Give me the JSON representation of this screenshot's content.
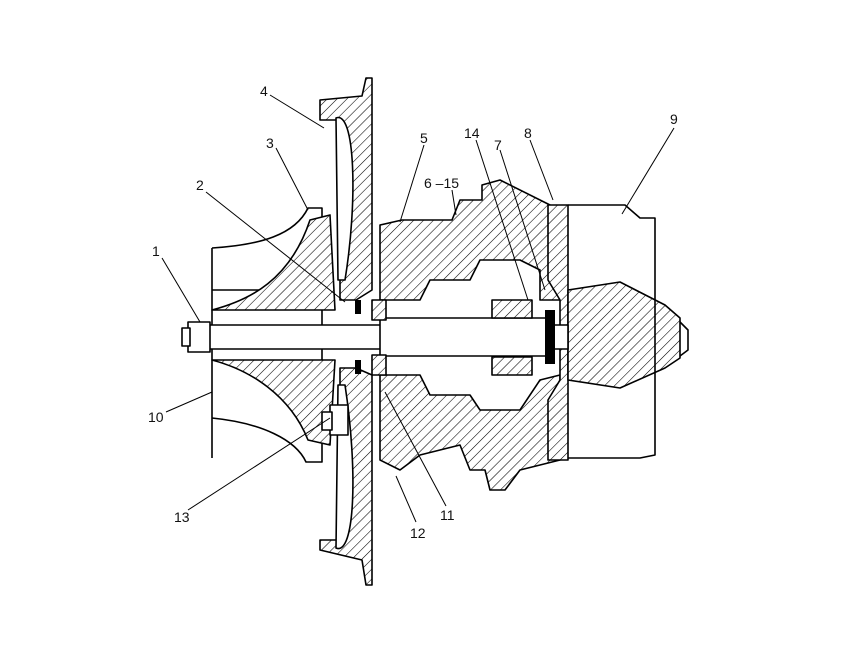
{
  "labels": {
    "l1": "1",
    "l2": "2",
    "l3": "3",
    "l4": "4",
    "l5": "5",
    "l6_15": "6 –15",
    "l7": "7",
    "l8": "8",
    "l9": "9",
    "l10": "10",
    "l11": "11",
    "l12": "12",
    "l13": "13",
    "l14": "14"
  }
}
